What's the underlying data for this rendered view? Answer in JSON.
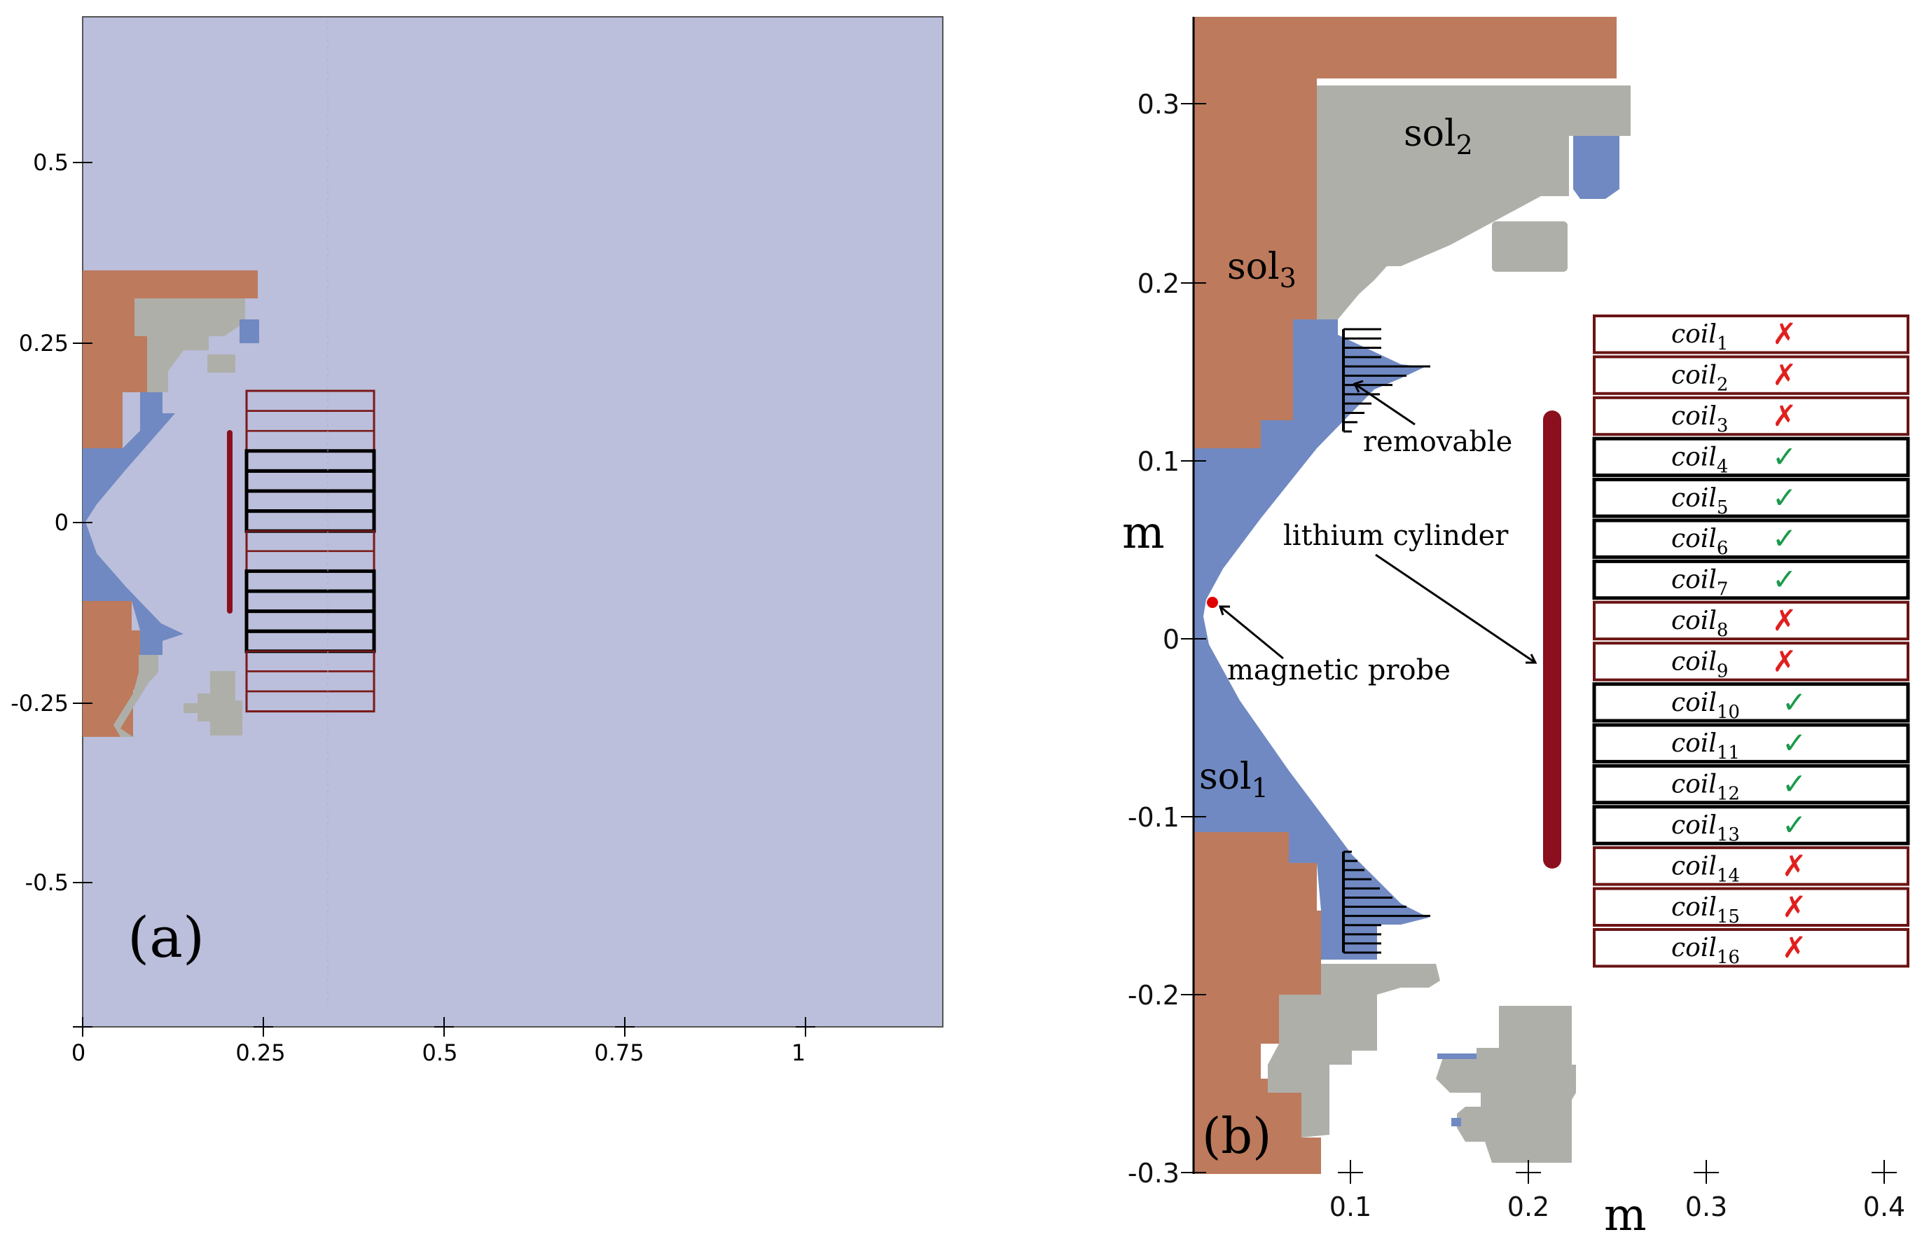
{
  "panel_a": {
    "label": "(a)",
    "x_ticks": [
      "0",
      "0.25",
      "0.5",
      "0.75",
      "1"
    ],
    "y_ticks": [
      "0.5",
      "0.25",
      "0",
      "-0.25",
      "-0.5"
    ],
    "colors": {
      "background": "#bbbfdb",
      "copper": "#bd7a5c",
      "grey": "#afafaa",
      "blue": "#7089c2",
      "cylinder": "#8b0f1e"
    }
  },
  "panel_b": {
    "label": "(b)",
    "x_axis_label": "m",
    "y_axis_label": "m",
    "x_ticks": [
      "0.1",
      "0.2",
      "0.3",
      "0.4"
    ],
    "y_ticks": [
      "0.3",
      "0.2",
      "0.1",
      "0",
      "-0.1",
      "-0.2",
      "-0.3"
    ],
    "regions": {
      "sol1": {
        "base": "sol",
        "sub": "1"
      },
      "sol2": {
        "base": "sol",
        "sub": "2"
      },
      "sol3": {
        "base": "sol",
        "sub": "3"
      }
    },
    "annotations": {
      "removable": "removable",
      "lithium_cylinder": "lithium cylinder",
      "magnetic_probe": "magnetic probe"
    },
    "coils": [
      {
        "base": "coil",
        "sub": "1",
        "mark": "✗",
        "active": false
      },
      {
        "base": "coil",
        "sub": "2",
        "mark": "✗",
        "active": false
      },
      {
        "base": "coil",
        "sub": "3",
        "mark": "✗",
        "active": false
      },
      {
        "base": "coil",
        "sub": "4",
        "mark": "✓",
        "active": true
      },
      {
        "base": "coil",
        "sub": "5",
        "mark": "✓",
        "active": true
      },
      {
        "base": "coil",
        "sub": "6",
        "mark": "✓",
        "active": true
      },
      {
        "base": "coil",
        "sub": "7",
        "mark": "✓",
        "active": true
      },
      {
        "base": "coil",
        "sub": "8",
        "mark": "✗",
        "active": false
      },
      {
        "base": "coil",
        "sub": "9",
        "mark": "✗",
        "active": false
      },
      {
        "base": "coil",
        "sub": "10",
        "mark": "✓",
        "active": true
      },
      {
        "base": "coil",
        "sub": "11",
        "mark": "✓",
        "active": true
      },
      {
        "base": "coil",
        "sub": "12",
        "mark": "✓",
        "active": true
      },
      {
        "base": "coil",
        "sub": "13",
        "mark": "✓",
        "active": true
      },
      {
        "base": "coil",
        "sub": "14",
        "mark": "✗",
        "active": false
      },
      {
        "base": "coil",
        "sub": "15",
        "mark": "✗",
        "active": false
      },
      {
        "base": "coil",
        "sub": "16",
        "mark": "✗",
        "active": false
      }
    ],
    "colors": {
      "copper": "#bd7a5c",
      "grey": "#afafaa",
      "blue": "#7089c2",
      "cylinder": "#8b0f1e",
      "check": "#1a9a4a",
      "cross": "#e0201e",
      "probe": "#e00000"
    }
  }
}
